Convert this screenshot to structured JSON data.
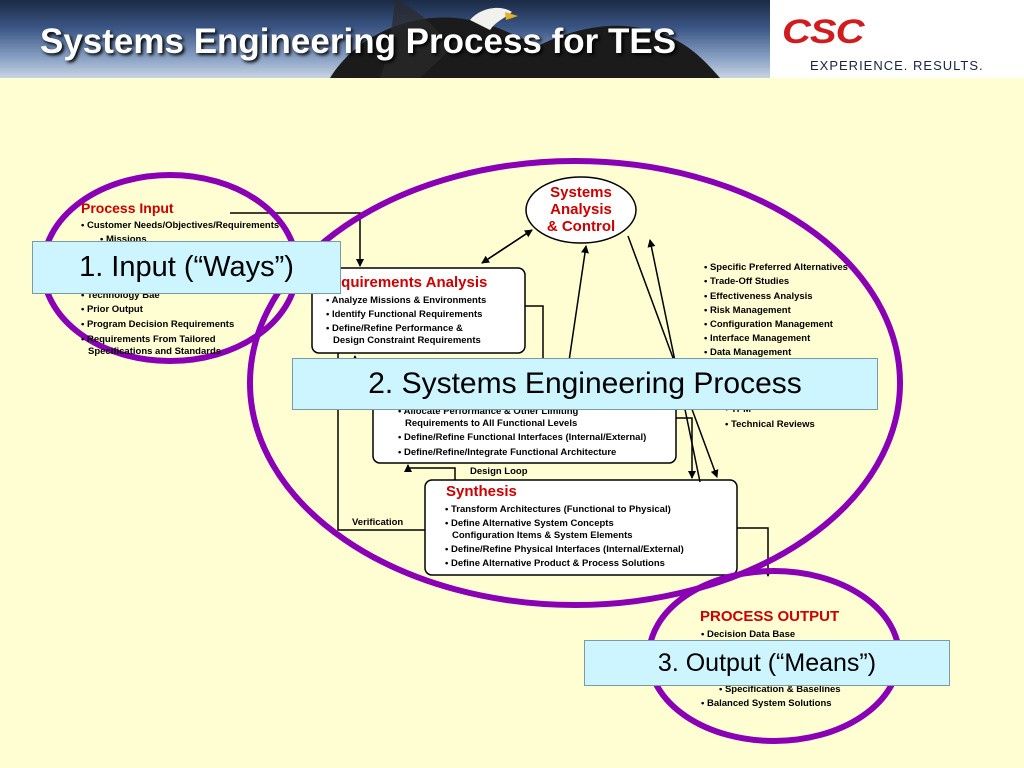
{
  "header": {
    "title": "Systems Engineering Process for TES",
    "logo_text": "CSC",
    "logo_tagline": "EXPERIENCE. RESULTS.",
    "logo_color": "#d01c1f"
  },
  "colors": {
    "accent_heading": "#cc0000",
    "ellipse": "#8a00b4",
    "callout_bg": "#ccf5ff",
    "background": "#fffed2"
  },
  "callouts": {
    "input": "1. Input (“Ways”)",
    "process": "2. Systems Engineering Process",
    "output": "3. Output (“Means”)"
  },
  "process_input": {
    "heading": "Process Input",
    "items": [
      "• Customer Needs/Objectives/Requirements",
      "• Missions",
      "• Technology Bae",
      "• Prior Output",
      "• Program Decision Requirements",
      "• Requirements From Tailored",
      "Specifications and Standards"
    ]
  },
  "systems_analysis": {
    "line1": "Systems",
    "line2": "Analysis",
    "line3": "& Control"
  },
  "requirements_analysis": {
    "heading": "Requirements Analysis",
    "items": [
      "• Analyze Missions & Environments",
      "• Identify Functional Requirements",
      "• Define/Refine Performance &",
      "Design Constraint Requirements"
    ]
  },
  "functional_analysis": {
    "items": [
      "• Allocate Performance & Other Limiting",
      "Requirements to All Functional Levels",
      "• Define/Refine Functional Interfaces (Internal/External)",
      "• Define/Refine/Integrate Functional Architecture"
    ]
  },
  "analysis_control_list": {
    "items": [
      "• Specific Preferred Alternatives",
      "• Trade-Off Studies",
      "• Effectiveness Analysis",
      "• Risk Management",
      "• Configuration Management",
      "• Interface Management",
      "• Data Management",
      "• TPM",
      "• Technical Reviews"
    ]
  },
  "loops": {
    "design": "Design Loop",
    "verification": "Verification"
  },
  "synthesis": {
    "heading": "Synthesis",
    "items": [
      "• Transform Architectures (Functional to Physical)",
      "• Define Alternative System Concepts",
      "Configuration Items & System Elements",
      "• Define/Refine Physical Interfaces (Internal/External)",
      "• Define Alternative Product & Process Solutions"
    ]
  },
  "process_output": {
    "heading": "PROCESS OUTPUT",
    "items": [
      "• Decision Data Base",
      "• Specification & Baselines",
      "• Balanced System Solutions"
    ]
  }
}
